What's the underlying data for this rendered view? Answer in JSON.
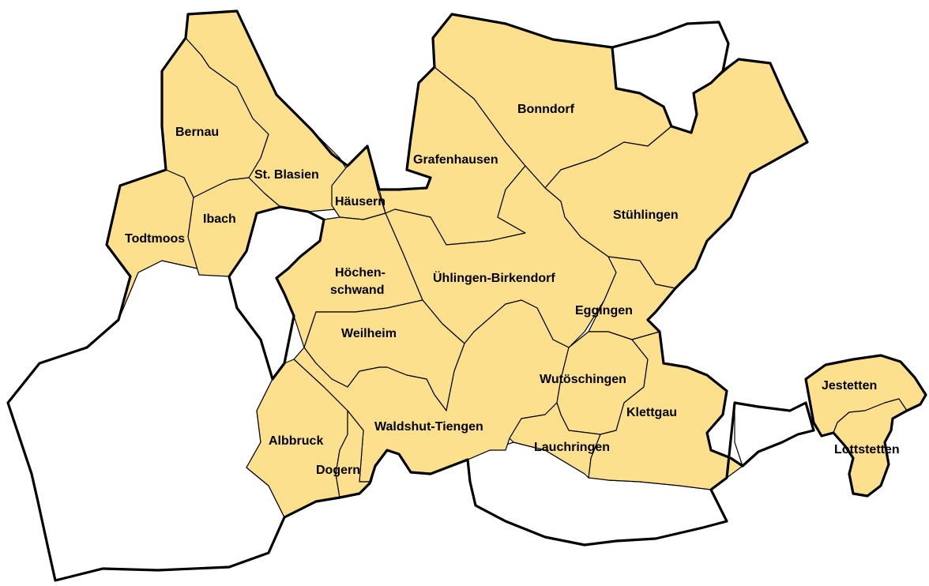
{
  "colors": {
    "highlight": "#FDE08E",
    "other": "#FFFFFF",
    "border": "#000000"
  },
  "labels": {
    "bernau": "Bernau",
    "st_blasien": "St. Blasien",
    "ibach": "Ibach",
    "todtmoos": "Todtmoos",
    "haeusern": "Häusern",
    "grafenhausen": "Grafenhausen",
    "bonndorf": "Bonndorf",
    "stuehlingen": "Stühlingen",
    "hoechenschwand_1": "Höchen-",
    "hoechenschwand_2": "schwand",
    "uehlingen": "Ühlingen-Birkendorf",
    "eggingen": "Eggingen",
    "weilheim": "Weilheim",
    "wutoeschingen": "Wutöschingen",
    "klettgau": "Klettgau",
    "lauchringen": "Lauchringen",
    "waldshut": "Waldshut-Tiengen",
    "albbruck": "Albbruck",
    "dogern": "Dogern",
    "jestetten": "Jestetten",
    "lottstetten": "Lottstetten"
  }
}
